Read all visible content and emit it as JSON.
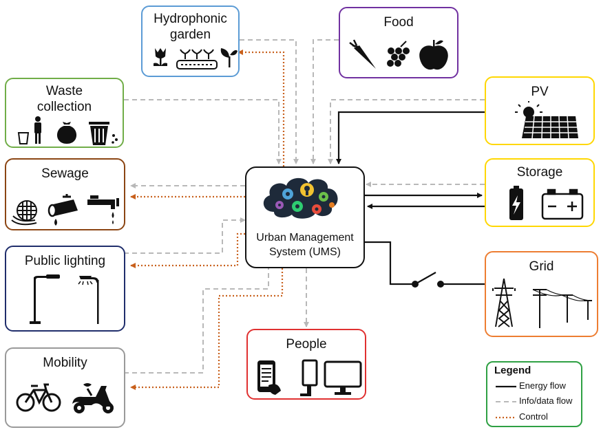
{
  "nodes": {
    "hydroponic": {
      "line1": "Hydrophonic",
      "line2": "garden",
      "color": "#5b9bd5"
    },
    "food": {
      "label": "Food",
      "color": "#7030a0"
    },
    "waste": {
      "line1": "Waste",
      "line2": "collection",
      "color": "#70ad47"
    },
    "pv": {
      "label": "PV",
      "color": "#ffd700"
    },
    "sewage": {
      "label": "Sewage",
      "color": "#8b4513"
    },
    "storage": {
      "label": "Storage",
      "color": "#ffd700"
    },
    "ums": {
      "line1": "Urban Management",
      "line2": "System (UMS)",
      "color": "#111111"
    },
    "public_lighting": {
      "label": "Public lighting",
      "color": "#1f2d6b"
    },
    "grid": {
      "label": "Grid",
      "color": "#ed7d31"
    },
    "mobility": {
      "label": "Mobility",
      "color": "#999999"
    },
    "people": {
      "label": "People",
      "color": "#e03030"
    }
  },
  "legend": {
    "title": "Legend",
    "energy": "Energy flow",
    "info": "Info/data flow",
    "control": "Control"
  },
  "colors": {
    "energy": "#111111",
    "info": "#b8b8b8",
    "control": "#c8601c",
    "legend_border": "#2ea043"
  }
}
